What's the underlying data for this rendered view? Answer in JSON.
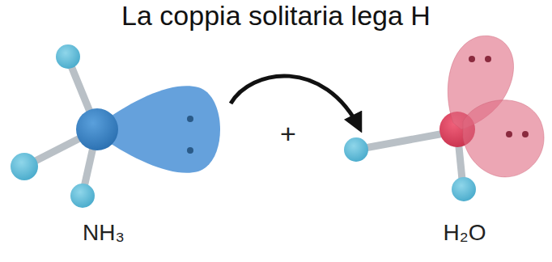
{
  "diagram": {
    "title": "La coppia solitaria lega H",
    "labels": [
      "+",
      "NH₃",
      "H₂O"
    ]
  }
}
